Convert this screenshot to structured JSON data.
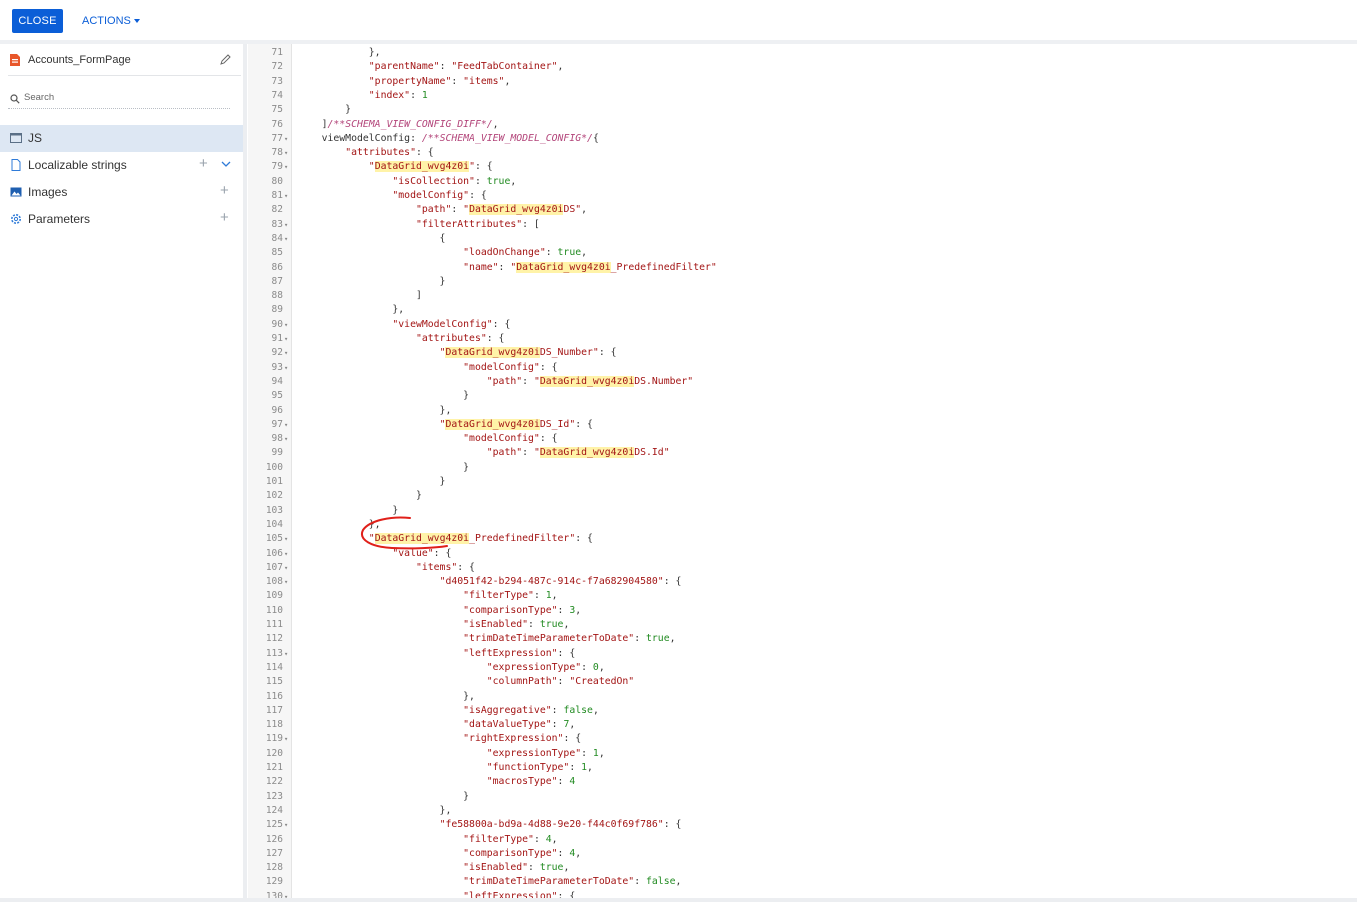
{
  "toolbar": {
    "close_label": "CLOSE",
    "actions_label": "ACTIONS"
  },
  "sidebar": {
    "page_name": "Accounts_FormPage",
    "search_placeholder": "Search",
    "items": [
      {
        "label": "JS",
        "icon": "code-file-icon",
        "active": true
      },
      {
        "label": "Localizable strings",
        "icon": "document-icon"
      },
      {
        "label": "Images",
        "icon": "image-icon"
      },
      {
        "label": "Parameters",
        "icon": "settings-icon"
      }
    ]
  },
  "editor": {
    "lines": [
      {
        "n": "71",
        "fold": false,
        "html": "            },"
      },
      {
        "n": "72",
        "fold": false,
        "html": "            <span class=\"s\">\"parentName\"</span>: <span class=\"s\">\"FeedTabContainer\"</span>,"
      },
      {
        "n": "73",
        "fold": false,
        "html": "            <span class=\"s\">\"propertyName\"</span>: <span class=\"s\">\"items\"</span>,"
      },
      {
        "n": "74",
        "fold": false,
        "html": "            <span class=\"s\">\"index\"</span>: <span class=\"n\">1</span>"
      },
      {
        "n": "75",
        "fold": false,
        "html": "        }"
      },
      {
        "n": "76",
        "fold": false,
        "html": "    ]<span class=\"c\">/**SCHEMA_VIEW_CONFIG_DIFF*/</span>,"
      },
      {
        "n": "77",
        "fold": true,
        "html": "    viewModelConfig: <span class=\"c\">/**SCHEMA_VIEW_MODEL_CONFIG*/</span>{"
      },
      {
        "n": "78",
        "fold": true,
        "html": "        <span class=\"s\">\"attributes\"</span>: {"
      },
      {
        "n": "79",
        "fold": true,
        "html": "            <span class=\"s\">\"<span class=\"hl\">DataGrid_wvg4z0i</span>\"</span>: {"
      },
      {
        "n": "80",
        "fold": false,
        "html": "                <span class=\"s\">\"isCollection\"</span>: <span class=\"b\">true</span>,"
      },
      {
        "n": "81",
        "fold": true,
        "html": "                <span class=\"s\">\"modelConfig\"</span>: {"
      },
      {
        "n": "82",
        "fold": false,
        "html": "                    <span class=\"s\">\"path\"</span>: <span class=\"s\">\"<span class=\"hl\">DataGrid_wvg4z0i</span>DS\"</span>,"
      },
      {
        "n": "83",
        "fold": true,
        "html": "                    <span class=\"s\">\"filterAttributes\"</span>: ["
      },
      {
        "n": "84",
        "fold": true,
        "html": "                        {"
      },
      {
        "n": "85",
        "fold": false,
        "html": "                            <span class=\"s\">\"loadOnChange\"</span>: <span class=\"b\">true</span>,"
      },
      {
        "n": "86",
        "fold": false,
        "html": "                            <span class=\"s\">\"name\"</span>: <span class=\"s\">\"<span class=\"hl\">DataGrid_wvg4z0i</span>_PredefinedFilter\"</span>"
      },
      {
        "n": "87",
        "fold": false,
        "html": "                        }"
      },
      {
        "n": "88",
        "fold": false,
        "html": "                    ]"
      },
      {
        "n": "89",
        "fold": false,
        "html": "                },"
      },
      {
        "n": "90",
        "fold": true,
        "html": "                <span class=\"s\">\"viewModelConfig\"</span>: {"
      },
      {
        "n": "91",
        "fold": true,
        "html": "                    <span class=\"s\">\"attributes\"</span>: {"
      },
      {
        "n": "92",
        "fold": true,
        "html": "                        <span class=\"s\">\"<span class=\"hl\">DataGrid_wvg4z0i</span>DS_Number\"</span>: {"
      },
      {
        "n": "93",
        "fold": true,
        "html": "                            <span class=\"s\">\"modelConfig\"</span>: {"
      },
      {
        "n": "94",
        "fold": false,
        "html": "                                <span class=\"s\">\"path\"</span>: <span class=\"s\">\"<span class=\"hl\">DataGrid_wvg4z0i</span>DS.Number\"</span>"
      },
      {
        "n": "95",
        "fold": false,
        "html": "                            }"
      },
      {
        "n": "96",
        "fold": false,
        "html": "                        },"
      },
      {
        "n": "97",
        "fold": true,
        "html": "                        <span class=\"s\">\"<span class=\"hl\">DataGrid_wvg4z0i</span>DS_Id\"</span>: {"
      },
      {
        "n": "98",
        "fold": true,
        "html": "                            <span class=\"s\">\"modelConfig\"</span>: {"
      },
      {
        "n": "99",
        "fold": false,
        "html": "                                <span class=\"s\">\"path\"</span>: <span class=\"s\">\"<span class=\"hl\">DataGrid_wvg4z0i</span>DS.Id\"</span>"
      },
      {
        "n": "100",
        "fold": false,
        "html": "                            }"
      },
      {
        "n": "101",
        "fold": false,
        "html": "                        }"
      },
      {
        "n": "102",
        "fold": false,
        "html": "                    }"
      },
      {
        "n": "103",
        "fold": false,
        "html": "                }"
      },
      {
        "n": "104",
        "fold": false,
        "html": "            },"
      },
      {
        "n": "105",
        "fold": true,
        "html": "            <span class=\"s\">\"<span class=\"hl\">DataGrid_wvg4z0i</span>_PredefinedFilter\"</span>: {"
      },
      {
        "n": "106",
        "fold": true,
        "html": "                <span class=\"s\">\"value\"</span>: {"
      },
      {
        "n": "107",
        "fold": true,
        "html": "                    <span class=\"s\">\"items\"</span>: {"
      },
      {
        "n": "108",
        "fold": true,
        "html": "                        <span class=\"s\">\"d4051f42-b294-487c-914c-f7a682904580\"</span>: {"
      },
      {
        "n": "109",
        "fold": false,
        "html": "                            <span class=\"s\">\"filterType\"</span>: <span class=\"n\">1</span>,"
      },
      {
        "n": "110",
        "fold": false,
        "html": "                            <span class=\"s\">\"comparisonType\"</span>: <span class=\"n\">3</span>,"
      },
      {
        "n": "111",
        "fold": false,
        "html": "                            <span class=\"s\">\"isEnabled\"</span>: <span class=\"b\">true</span>,"
      },
      {
        "n": "112",
        "fold": false,
        "html": "                            <span class=\"s\">\"trimDateTimeParameterToDate\"</span>: <span class=\"b\">true</span>,"
      },
      {
        "n": "113",
        "fold": true,
        "html": "                            <span class=\"s\">\"leftExpression\"</span>: {"
      },
      {
        "n": "114",
        "fold": false,
        "html": "                                <span class=\"s\">\"expressionType\"</span>: <span class=\"n\">0</span>,"
      },
      {
        "n": "115",
        "fold": false,
        "html": "                                <span class=\"s\">\"columnPath\"</span>: <span class=\"s\">\"CreatedOn\"</span>"
      },
      {
        "n": "116",
        "fold": false,
        "html": "                            },"
      },
      {
        "n": "117",
        "fold": false,
        "html": "                            <span class=\"s\">\"isAggregative\"</span>: <span class=\"b\">false</span>,"
      },
      {
        "n": "118",
        "fold": false,
        "html": "                            <span class=\"s\">\"dataValueType\"</span>: <span class=\"n\">7</span>,"
      },
      {
        "n": "119",
        "fold": true,
        "html": "                            <span class=\"s\">\"rightExpression\"</span>: {"
      },
      {
        "n": "120",
        "fold": false,
        "html": "                                <span class=\"s\">\"expressionType\"</span>: <span class=\"n\">1</span>,"
      },
      {
        "n": "121",
        "fold": false,
        "html": "                                <span class=\"s\">\"functionType\"</span>: <span class=\"n\">1</span>,"
      },
      {
        "n": "122",
        "fold": false,
        "html": "                                <span class=\"s\">\"macrosType\"</span>: <span class=\"n\">4</span>"
      },
      {
        "n": "123",
        "fold": false,
        "html": "                            }"
      },
      {
        "n": "124",
        "fold": false,
        "html": "                        },"
      },
      {
        "n": "125",
        "fold": true,
        "html": "                        <span class=\"s\">\"fe58800a-bd9a-4d88-9e20-f44c0f69f786\"</span>: {"
      },
      {
        "n": "126",
        "fold": false,
        "html": "                            <span class=\"s\">\"filterType\"</span>: <span class=\"n\">4</span>,"
      },
      {
        "n": "127",
        "fold": false,
        "html": "                            <span class=\"s\">\"comparisonType\"</span>: <span class=\"n\">4</span>,"
      },
      {
        "n": "128",
        "fold": false,
        "html": "                            <span class=\"s\">\"isEnabled\"</span>: <span class=\"b\">true</span>,"
      },
      {
        "n": "129",
        "fold": false,
        "html": "                            <span class=\"s\">\"trimDateTimeParameterToDate\"</span>: <span class=\"b\">false</span>,"
      },
      {
        "n": "130",
        "fold": true,
        "html": "                            <span class=\"s\">\"leftExpression\"</span>: {"
      }
    ]
  },
  "colors": {
    "accent": "#0b5ed7",
    "active_item_bg": "#dde7f3",
    "highlight": "#fff3a8",
    "annotation": "#e0201a"
  }
}
